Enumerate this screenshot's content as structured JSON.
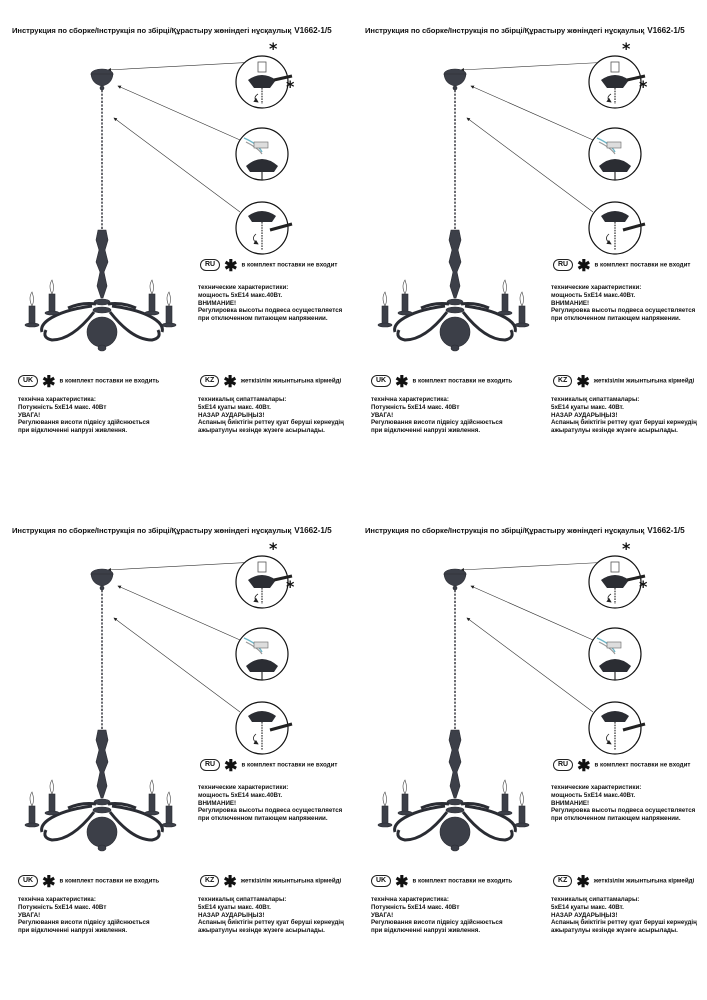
{
  "title": "Инструкция по сборке/Інструкція по збірці/Құрастыру жөніндегі нұсқаулық",
  "model": "V1662-1/5",
  "icons": [
    "chandelier-icon",
    "ceiling-mount-detail-icon",
    "wiring-detail-icon",
    "canopy-detail-icon",
    "asterisk-icon"
  ],
  "ru": {
    "badge": "RU",
    "star": "✱",
    "not_included": "в комплект поставки не входит",
    "spec_heading": "технические характеристики:",
    "spec_power": "мощность 5xE14 макс.40Вт.",
    "warning": "ВНИМАНИЕ!",
    "note1": "Регулировка высоты подвеса осуществляется",
    "note2": "при отключенном питающем напряжении."
  },
  "uk": {
    "badge": "UK",
    "star": "✱",
    "not_included": "в комплект поставки не входить",
    "spec_heading": "технічна характеристика:",
    "spec_power": "Потужність 5xE14 макс. 40Вт",
    "warning": "УВАГА!",
    "note1": "Регулювання висоти підвісу здійснюється",
    "note2": "при відключенні напрузі живлення."
  },
  "kz": {
    "badge": "KZ",
    "star": "✱",
    "not_included": "жеткізілім жиынтығына кірмейді",
    "spec_heading": "техникалық сипаттамалары:",
    "spec_power": "5xE14 қуаты макс. 40Вт.",
    "warning": "НАЗАР АУДАРЫҢЫЗ!",
    "note1": "Аспаның биіктігін реттеу қуат беруші кернеудің",
    "note2": "ажыратулуы кезінде жүзеге асырылады."
  }
}
